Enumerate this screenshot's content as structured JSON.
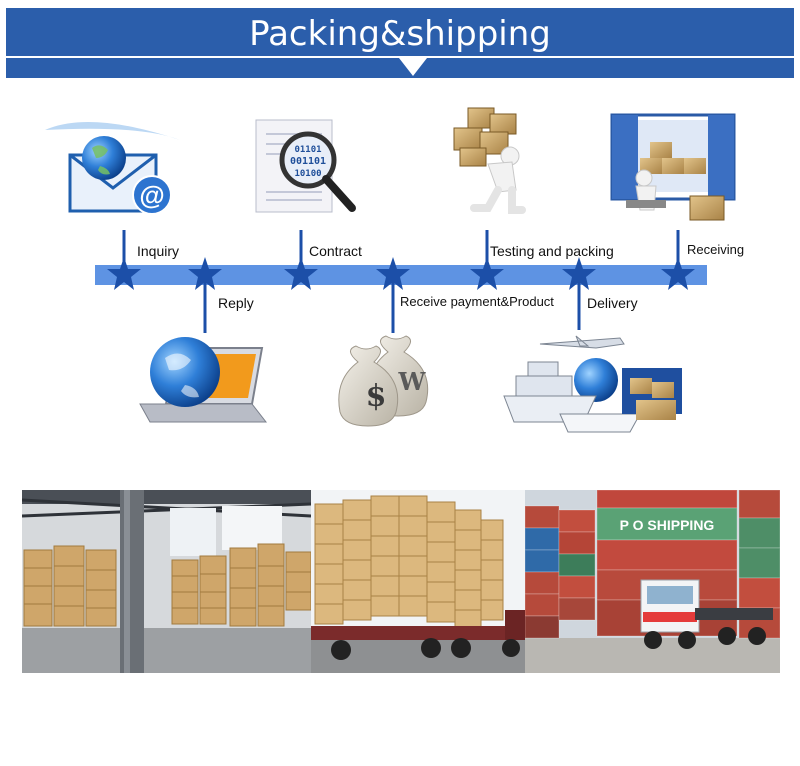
{
  "header": {
    "title": "Packing&shipping"
  },
  "timeline": {
    "top_steps": [
      {
        "label": "Inquiry",
        "icon": "email-globe-icon"
      },
      {
        "label": "Contract",
        "icon": "magnifier-document-icon"
      },
      {
        "label": "Testing and packing",
        "icon": "person-carrying-boxes-icon"
      },
      {
        "label": "Receiving",
        "icon": "container-unloading-icon"
      }
    ],
    "bottom_steps": [
      {
        "label": "Reply",
        "icon": "laptop-globe-icon"
      },
      {
        "label": "Receive payment&Product",
        "icon": "money-bags-icon"
      },
      {
        "label": "Delivery",
        "icon": "ship-plane-truck-icon"
      }
    ],
    "icon_text": {
      "binary_lines": [
        "01101",
        "001101",
        "10100"
      ],
      "at_symbol": "@",
      "money_symbols": [
        "$",
        "W"
      ]
    }
  },
  "photos": [
    {
      "name": "warehouse-photo"
    },
    {
      "name": "loaded-truck-photo"
    },
    {
      "name": "container-yard-photo",
      "sign_text": "P O SHIPPING"
    }
  ],
  "colors": {
    "banner": "#2b5eab",
    "timeline_bar": "#5e93e3",
    "star": "#1c4fa8"
  }
}
